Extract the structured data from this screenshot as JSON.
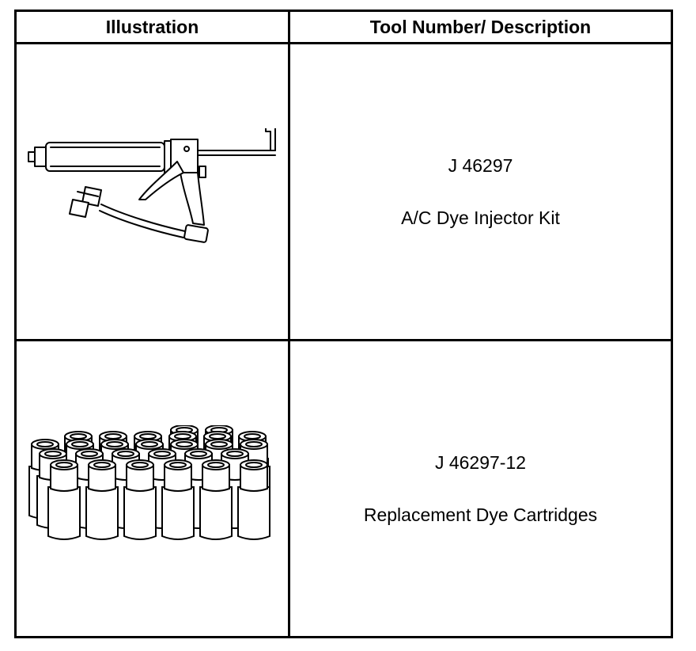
{
  "header": {
    "illustration": "Illustration",
    "description": "Tool Number/ Description"
  },
  "tools": [
    {
      "number": "J 46297",
      "description": "A/C Dye Injector Kit",
      "illustration_icon": "dye-injector-gun-icon"
    },
    {
      "number": "J 46297-12",
      "description": "Replacement Dye Cartridges",
      "illustration_icon": "dye-cartridges-icon"
    }
  ]
}
